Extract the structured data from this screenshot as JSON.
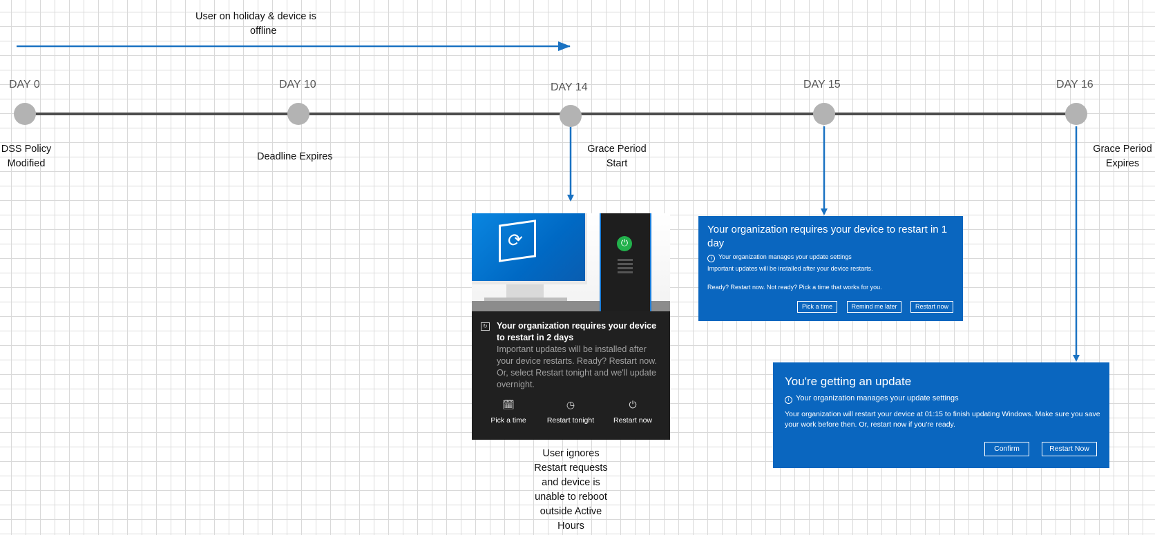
{
  "banner": {
    "text_line1": "User on holiday & device is",
    "text_line2": "offline"
  },
  "timeline": {
    "days": [
      "DAY 0",
      "DAY 10",
      "DAY 14",
      "DAY 15",
      "DAY 16"
    ],
    "events": {
      "day0": {
        "line1": "DSS Policy",
        "line2": "Modified"
      },
      "day10": {
        "line1": "Deadline Expires"
      },
      "day14": {
        "line1": "Grace Period",
        "line2": "Start"
      },
      "day16": {
        "line1": "Grace Period",
        "line2": "Expires"
      }
    }
  },
  "note": {
    "lines": [
      "User ignores",
      "Restart requests",
      "and device is",
      "unable to reboot",
      "outside Active",
      "Hours"
    ]
  },
  "toast": {
    "title": "Your organization requires your device to restart in 2 days",
    "description": "Important updates will be installed after your device restarts. Ready? Restart now. Or, select Restart tonight and we'll update overnight.",
    "buttons": [
      {
        "label": "Pick a time",
        "icon": "calendar-clock-icon"
      },
      {
        "label": "Restart tonight",
        "icon": "clock-icon"
      },
      {
        "label": "Restart now",
        "icon": "power-icon"
      }
    ]
  },
  "dialog1": {
    "title": "Your organization requires your device to restart in 1 day",
    "info": "Your organization manages your update settings",
    "line1": "Important updates will be installed after your device restarts.",
    "line2": "Ready? Restart now. Not ready? Pick a time that works for you.",
    "buttons": [
      "Pick a time",
      "Remind me later",
      "Restart now"
    ]
  },
  "dialog2": {
    "title": "You're getting an update",
    "info": "Your organization manages your update settings",
    "message": "Your organization will restart your device at 01:15 to finish updating Windows. Make sure you save your work before then. Or, restart now if you're ready.",
    "buttons": [
      "Confirm",
      "Restart Now"
    ]
  },
  "colors": {
    "accent": "#1a72c2",
    "timeline": "#4d4d4d",
    "node": "#b3b3b3",
    "dialog": "#0a66bf",
    "toast": "#202020"
  }
}
